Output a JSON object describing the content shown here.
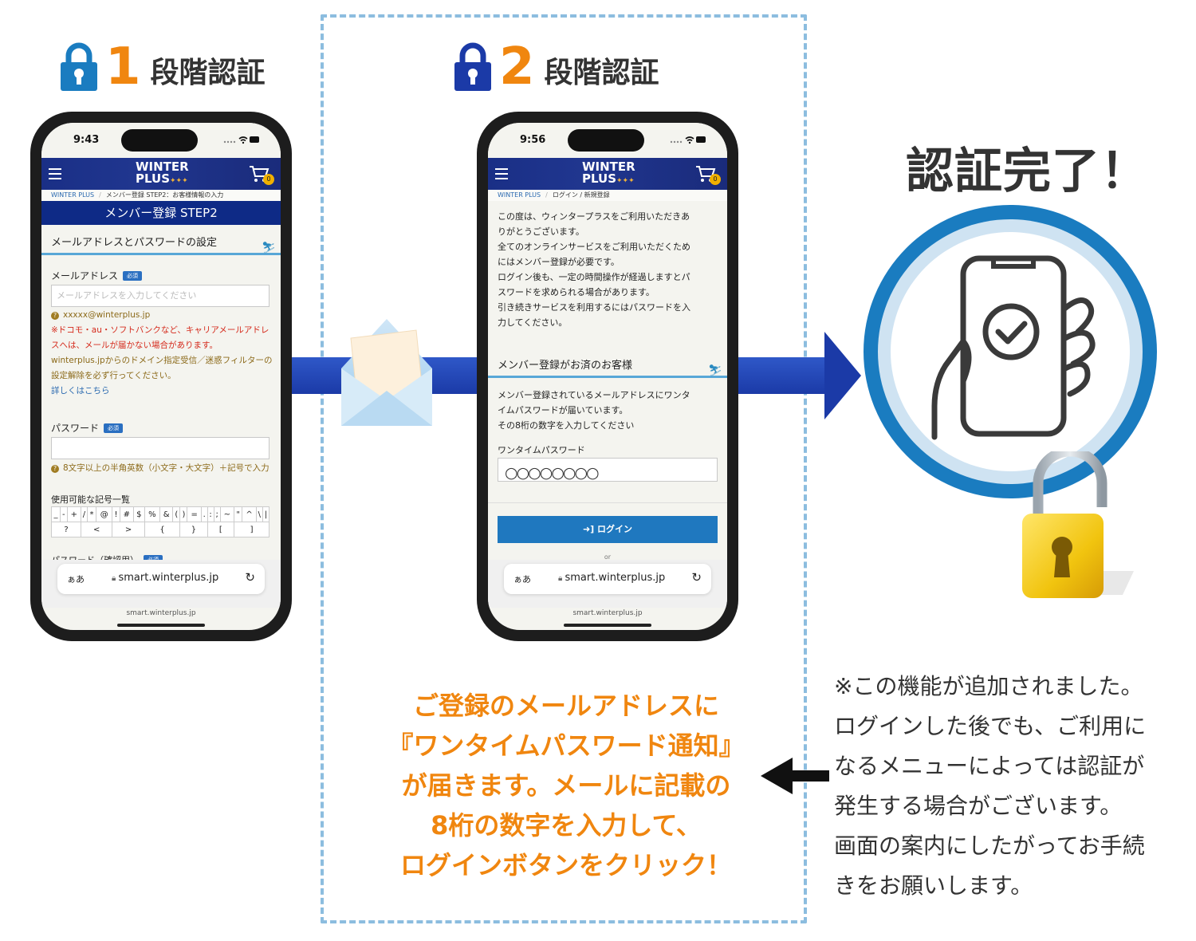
{
  "step1": {
    "num": "1",
    "label": "段階認証"
  },
  "step2": {
    "num": "2",
    "label": "段階認証"
  },
  "phone1": {
    "time": "9:43",
    "logo_line1": "WINTER",
    "logo_line2": "PLUS",
    "cart_count": "0",
    "crumb_home": "WINTER PLUS",
    "crumb_current": "メンバー登録 STEP2：お客様情報の入力",
    "step_title": "メンバー登録 STEP2",
    "section_title": "メールアドレスとパスワードの設定",
    "email_label": "メールアドレス",
    "required": "必須",
    "email_placeholder": "メールアドレスを入力してください",
    "email_example": "xxxxx@winterplus.jp",
    "carrier_note_red1": "※ドコモ・au・ソフトバンクなど、キャリアメールアドレスへは、メールが届かない場合があります。",
    "domain_note": "winterplus.jpからのドメイン指定受信／迷惑フィルターの設定解除を必ず行ってください。",
    "details_link": "詳しくはこちら",
    "password_label": "パスワード",
    "password_note": "8文字以上の半角英数（小文字・大文字）＋記号で入力",
    "symbols_title": "使用可能な記号一覧",
    "symbols_row1": [
      "_",
      "-",
      "+",
      "/",
      "*",
      "@",
      "!",
      "#",
      "$",
      "%",
      "&",
      "(",
      ")",
      "=",
      ".",
      ":",
      ";",
      "~",
      "\"",
      "^",
      "\\",
      "|"
    ],
    "symbols_row2": [
      "?",
      "<",
      ">",
      "{",
      "}",
      "[",
      "]"
    ],
    "password_confirm_label": "パスワード（確認用）",
    "url_aa": "ぁあ",
    "url": "smart.winterplus.jp",
    "bottom_url": "smart.winterplus.jp"
  },
  "phone2": {
    "time": "9:56",
    "logo_line1": "WINTER",
    "logo_line2": "PLUS",
    "cart_count": "0",
    "crumb_home": "WINTER PLUS",
    "crumb_current": "ログイン / 新規登録",
    "intro_lines": [
      "この度は、ウィンタープラスをご利用いただきあ",
      "りがとうございます。",
      "全てのオンラインサービスをご利用いただくため",
      "にはメンバー登録が必要です。",
      "ログイン後も、一定の時間操作が経過しますとパ",
      "スワードを求められる場合があります。",
      "引き続きサービスを利用するにはパスワードを入",
      "力してください。"
    ],
    "section_title": "メンバー登録がお済のお客様",
    "otp_lines": [
      "メンバー登録されているメールアドレスにワンタ",
      "イムパスワードが届いています。",
      "その8桁の数字を入力してください"
    ],
    "otp_label": "ワンタイムパスワード",
    "otp_value": "○○○○○○○○",
    "login_button": "ログイン",
    "or_text": "or",
    "url_aa": "ぁあ",
    "url": "smart.winterplus.jp",
    "bottom_url": "smart.winterplus.jp"
  },
  "complete_title": "認証完了！",
  "instruction_lines": [
    "ご登録のメールアドレスに",
    "『ワンタイムパスワード通知』",
    "が届きます。メールに記載の",
    "8桁の数字を入力して、",
    "ログインボタンをクリック！"
  ],
  "notice_lines": [
    "※この機能が追加されました。",
    "ログインした後でも、ご利用に",
    "なるメニューによっては認証が",
    "発生する場合がございます。",
    "画面の案内にしたがってお手続",
    "きをお願いします。"
  ],
  "colors": {
    "accent_orange": "#f0860f",
    "navy": "#0e2a86",
    "light_blue": "#8cbddf",
    "button_blue": "#1f78bf",
    "lock_blue": "#1a7cc0"
  },
  "icons": [
    "padlock-icon",
    "envelope-icon",
    "phone-check-icon",
    "gold-padlock-icon",
    "cart-icon",
    "menu-icon",
    "reload-icon",
    "login-icon"
  ]
}
